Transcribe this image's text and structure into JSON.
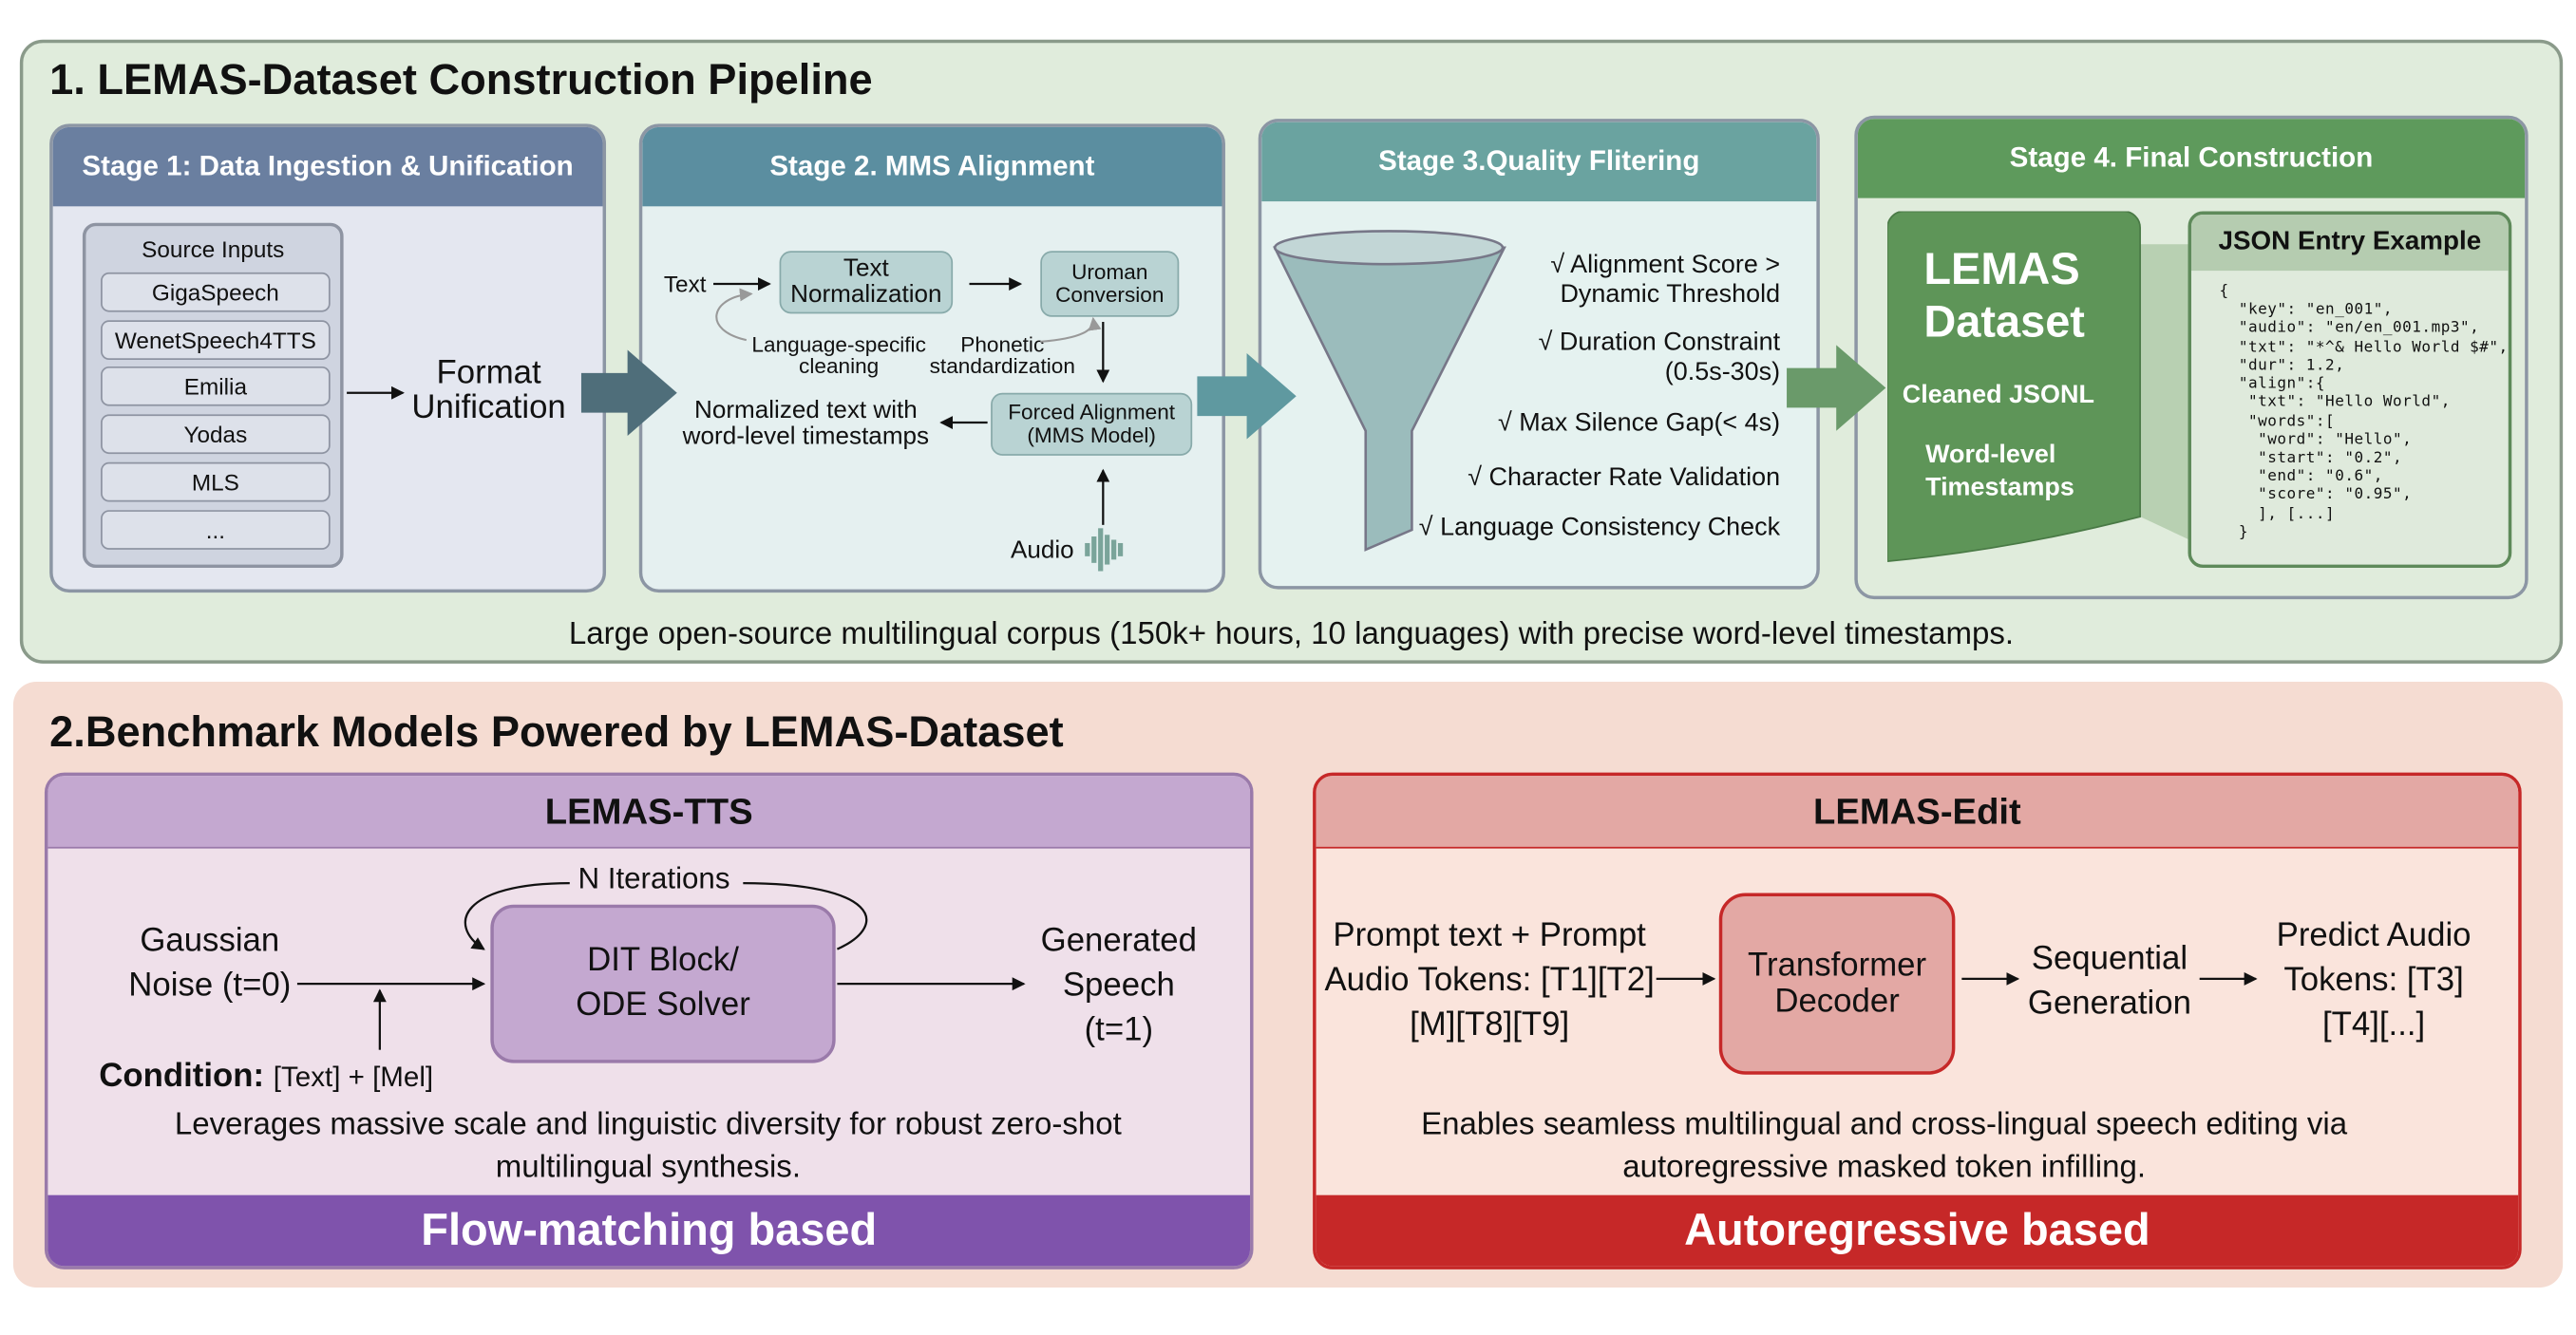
{
  "section1": {
    "title": "1. LEMAS-Dataset Construction Pipeline",
    "stage1": {
      "title": "Stage 1: Data Ingestion & Unification",
      "sources_label": "Source Inputs",
      "sources": [
        "GigaSpeech",
        "WenetSpeech4TTS",
        "Emilia",
        "Yodas",
        "MLS",
        "..."
      ],
      "output": "Format Unification"
    },
    "stage2": {
      "title": "Stage 2. MMS Alignment",
      "text_input": "Text",
      "text_norm": "Text Normalization",
      "uroman": "Uroman Conversion",
      "lang_cleaning": "Language-specific cleaning",
      "phonetic": "Phonetic standardization",
      "forced_alignment": "Forced Alignment (MMS Model)",
      "output": "Normalized text with word-level timestamps",
      "audio": "Audio"
    },
    "stage3": {
      "title": "Stage 3.Quality Flitering",
      "checks": [
        "√ Alignment Score > Dynamic Threshold",
        "√ Duration Constraint (0.5s-30s)",
        "√ Max Silence Gap(< 4s)",
        "√ Character Rate Validation",
        "√ Language Consistency Check"
      ]
    },
    "stage4": {
      "title": "Stage 4. Final Construction",
      "dataset_name": "LEMAS Dataset",
      "dataset_format": "Cleaned JSONL",
      "dataset_feature": "Word-level Timestamps",
      "json_title": "JSON Entry Example",
      "json_example": "{\n  \"key\": \"en_001\",\n  \"audio\": \"en/en_001.mp3\",\n  \"txt\": \"*^& Hello World $#\",\n  \"dur\": 1.2,\n  \"align\":{\n   \"txt\": \"Hello World\",\n   \"words\":[\n    \"word\": \"Hello\",\n    \"start\": \"0.2\",\n    \"end\": \"0.6\",\n    \"score\": \"0.95\",\n    ], [...]\n  }"
    },
    "caption": "Large open-source multilingual corpus (150k+ hours, 10 languages) with precise word-level timestamps."
  },
  "section2": {
    "title": "2.Benchmark Models Powered by LEMAS-Dataset",
    "tts": {
      "title": "LEMAS-TTS",
      "input": "Gaussian Noise (t=0)",
      "iterations": "N Iterations",
      "block": "DIT Block/ ODE Solver",
      "output": "Generated Speech (t=1)",
      "condition_label": "Condition:",
      "condition": "[Text] + [Mel]",
      "description": "Leverages massive scale and linguistic diversity for robust zero-shot multilingual synthesis.",
      "footer": "Flow-matching based"
    },
    "edit": {
      "title": "LEMAS-Edit",
      "input": "Prompt text + Prompt Audio Tokens: [T1][T2][M][T8][T9]",
      "block": "Transformer Decoder",
      "middle": "Sequential Generation",
      "output": "Predict Audio Tokens: [T3][T4][...]",
      "description": "Enables seamless multilingual and cross-lingual speech editing via autoregressive masked token infilling.",
      "footer": "Autoregressive based"
    }
  },
  "colors": {
    "stage1": "#6a7fa0",
    "stage2": "#5b8ea0",
    "stage3": "#6aa3a0",
    "stage4": "#5e9a5c",
    "tts_footer": "#7f53ac",
    "edit_footer": "#c62828"
  }
}
